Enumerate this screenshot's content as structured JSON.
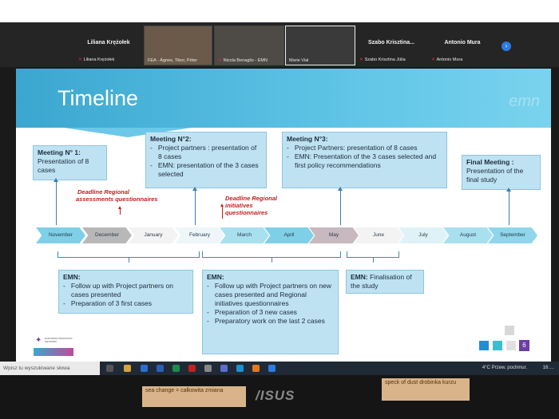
{
  "gallery": {
    "tiles": [
      {
        "big": "Liliana Krężołek",
        "small": "Liliana Krężołek"
      },
      {
        "big": "",
        "small": "FEA - Ágnes, Tibor, Péter"
      },
      {
        "big": "",
        "small": "Nicola Benaglio - EMN"
      },
      {
        "big": "",
        "small": "Marie Vial"
      },
      {
        "big": "Szabo  Krisztina...",
        "small": "Szabo Krisztina Júlia"
      },
      {
        "big": "Antonio Mura",
        "small": "Antonio Mura"
      }
    ],
    "next_icon": "chevron-right-icon"
  },
  "slide": {
    "title": "Timeline",
    "watermark": "emn",
    "meeting1": {
      "title": "Meeting N° 1:",
      "lines": [
        "Presentation of 8",
        "cases"
      ]
    },
    "meeting2": {
      "title": "Meeting N°2:",
      "items": [
        "Project partners : presentation of 8 cases",
        "EMN: presentation of the 3 cases selected"
      ]
    },
    "meeting3": {
      "title": "Meeting N°3:",
      "items": [
        "Project Partners: presentation of 8 cases",
        "EMN: Presentation of the 3 cases selected and first policy recommendations"
      ]
    },
    "final": {
      "title": "Final Meeting :",
      "lines": [
        "Presentation of the",
        "final study"
      ]
    },
    "deadline1": [
      "Deadline Regional",
      "assessments questionnaires"
    ],
    "deadline2": [
      "Deadline Regional",
      "initiatives",
      "questionnaires"
    ],
    "months": [
      "November",
      "December",
      "January",
      "February",
      "March",
      "April",
      "May",
      "June",
      "July",
      "August",
      "September"
    ],
    "emn1": {
      "title": "EMN:",
      "items": [
        "Follow up with Project partners on cases presented",
        "Preparation of 3 first cases"
      ]
    },
    "emn2": {
      "title": "EMN:",
      "items": [
        "Follow up with Project partners on new cases presented and Regional initiatives questionnaires",
        "Preparation of 3 new cases",
        "Preparatory work on the last 2 cases"
      ]
    },
    "emn3": {
      "title": "EMN:",
      "lines": [
        "Finalisation of",
        "the study"
      ]
    },
    "logo_text": "EUROPEAN MIGRATION NETWORK",
    "page_number": "6"
  },
  "taskbar": {
    "search_placeholder": "Wpisz tu wyszukiwane słowa",
    "weather": "4°C  Przew. pochmur.",
    "clock": "16:…"
  },
  "notes": {
    "left": "sea change = całkowita zmiana",
    "right": "speck of dust drobinka kurzu"
  },
  "colors": {
    "banner": "#4fb6dc",
    "box_fill": "#bfe2f2",
    "deadline": "#c0221f",
    "month_blue": "#7ed0e6",
    "month_grey": "#b8b8b8",
    "month_mauve": "#c8b8c0"
  }
}
